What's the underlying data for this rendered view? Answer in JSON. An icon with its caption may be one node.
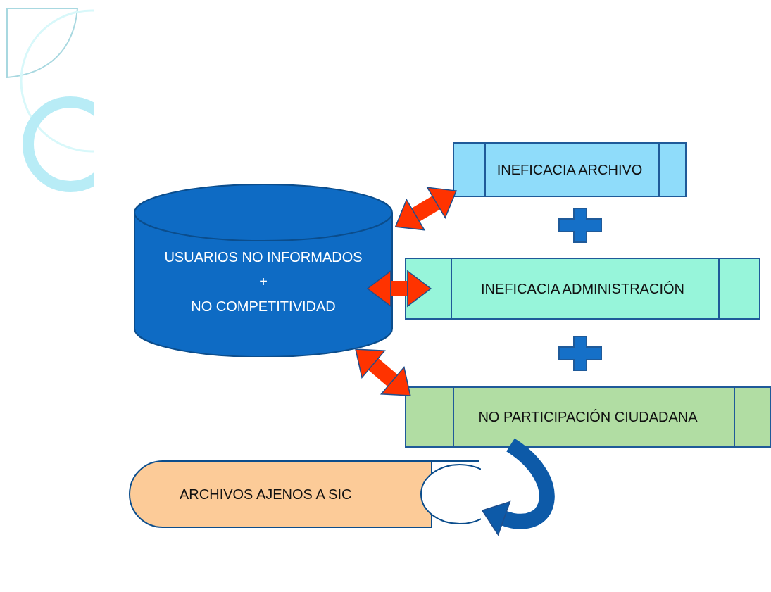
{
  "diagram": {
    "nodes": [
      {
        "text": [
          "USUARIOS NO INFORMADOS",
          "+",
          "NO COMPETITIVIDAD"
        ]
      },
      {
        "text": [
          "INEFICACIA ARCHIVO"
        ]
      },
      {
        "text": [
          "INEFICACIA ADMINISTRACIÓN"
        ]
      },
      {
        "text": [
          "NO PARTICIPACIÓN CIUDADANA"
        ]
      },
      {
        "text": [
          "ARCHIVOS AJENOS A SIC"
        ]
      }
    ],
    "edges": [
      {
        "from": 0,
        "to": 1,
        "arrow": "both"
      },
      {
        "from": 0,
        "to": 2,
        "arrow": "both"
      },
      {
        "from": 0,
        "to": 3,
        "arrow": "both"
      },
      {
        "from": 3,
        "to": 4,
        "arrow": "to",
        "color": "#0d5aa8"
      }
    ]
  }
}
